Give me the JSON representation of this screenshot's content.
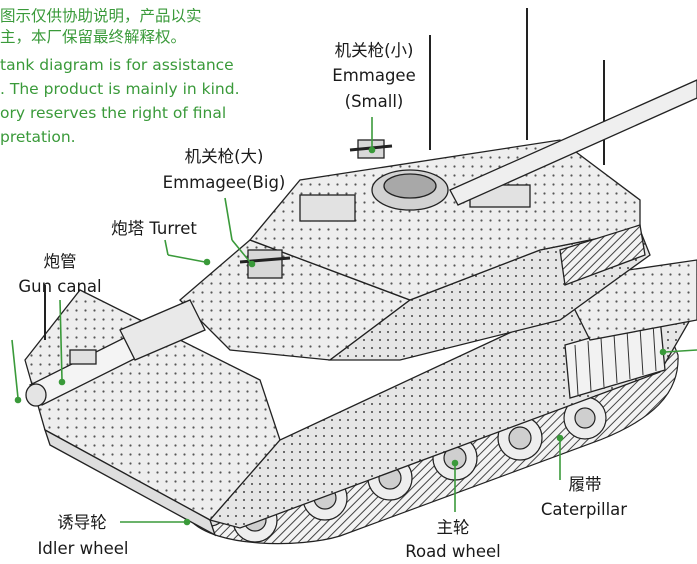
{
  "notice": {
    "zh": [
      "图示仅供协助说明，产品以实",
      "主，本厂保留最终解释权。"
    ],
    "en": [
      "tank diagram is for assistance",
      ". The product is mainly in kind.",
      "ory reserves the right of final",
      "pretation."
    ]
  },
  "labels": {
    "mg_small": {
      "zh": "机关枪(小)",
      "en1": "Emmagee",
      "en2": "(Small)"
    },
    "mg_big": {
      "zh": "机关枪(大)",
      "en": "Emmagee(Big)"
    },
    "turret": {
      "text": "炮塔 Turret"
    },
    "gun": {
      "zh": "炮管",
      "en": "Gun canal"
    },
    "idler": {
      "zh": "诱导轮",
      "en": "Idler wheel"
    },
    "road": {
      "zh": "主轮",
      "en": "Road wheel"
    },
    "caterpillar": {
      "zh": "履带",
      "en": "Caterpillar"
    }
  },
  "colors": {
    "leader": "#3a9a3a",
    "notice": "#3a9a3a",
    "ink": "#1a1a1a",
    "armor": "#eeeeee",
    "armor_dark": "#d4d4d4"
  }
}
